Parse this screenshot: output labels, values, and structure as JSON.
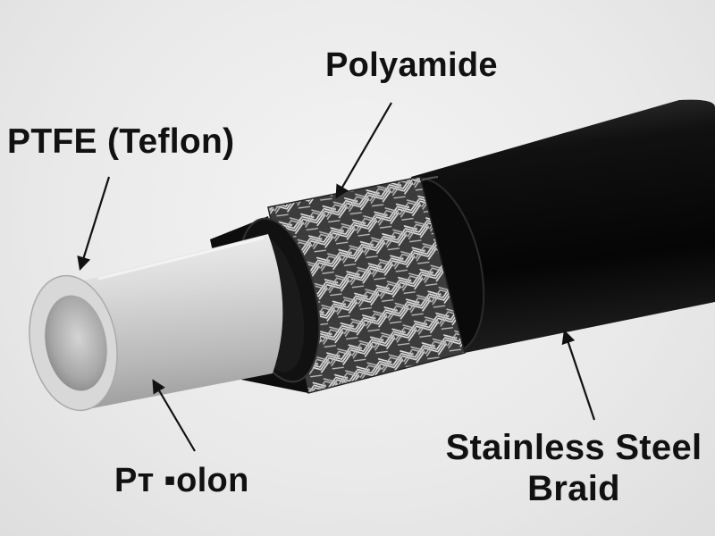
{
  "labels": {
    "ptfe_top": "PTFE (Teflon)",
    "polyamide": "Polyamide",
    "ptfe_bottom": "Pт  ▪olon",
    "braid_line1": "Stainless Steel",
    "braid_line2": "Braid"
  },
  "colors": {
    "background": "#ebebeb",
    "ptfe": "#d6d6d6",
    "jacket": "#0f0f0f",
    "braid": "#b8b8b8",
    "text": "#111111"
  }
}
